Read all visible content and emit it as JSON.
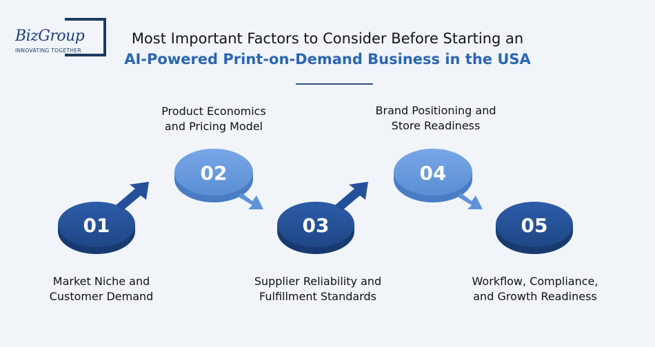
{
  "logo": {
    "wordmark": "BizGroup",
    "tagline": "INNOVATING TOGETHER"
  },
  "title": {
    "line1": "Most Important Factors to Consider Before Starting an",
    "line2": "AI-Powered Print-on-Demand Business in the USA"
  },
  "steps": [
    {
      "number": "01",
      "label_line1": "Market Niche and",
      "label_line2": "Customer Demand"
    },
    {
      "number": "02",
      "label_line1": "Product Economics",
      "label_line2": "and Pricing Model"
    },
    {
      "number": "03",
      "label_line1": "Supplier Reliability and",
      "label_line2": "Fulfillment Standards"
    },
    {
      "number": "04",
      "label_line1": "Brand Positioning and",
      "label_line2": "Store Readiness"
    },
    {
      "number": "05",
      "label_line1": "Workflow, Compliance,",
      "label_line2": "and Growth Readiness"
    }
  ],
  "colors": {
    "dark_disc": "#24509a",
    "light_disc": "#5f93d9",
    "title_accent": "#2b66b3"
  }
}
